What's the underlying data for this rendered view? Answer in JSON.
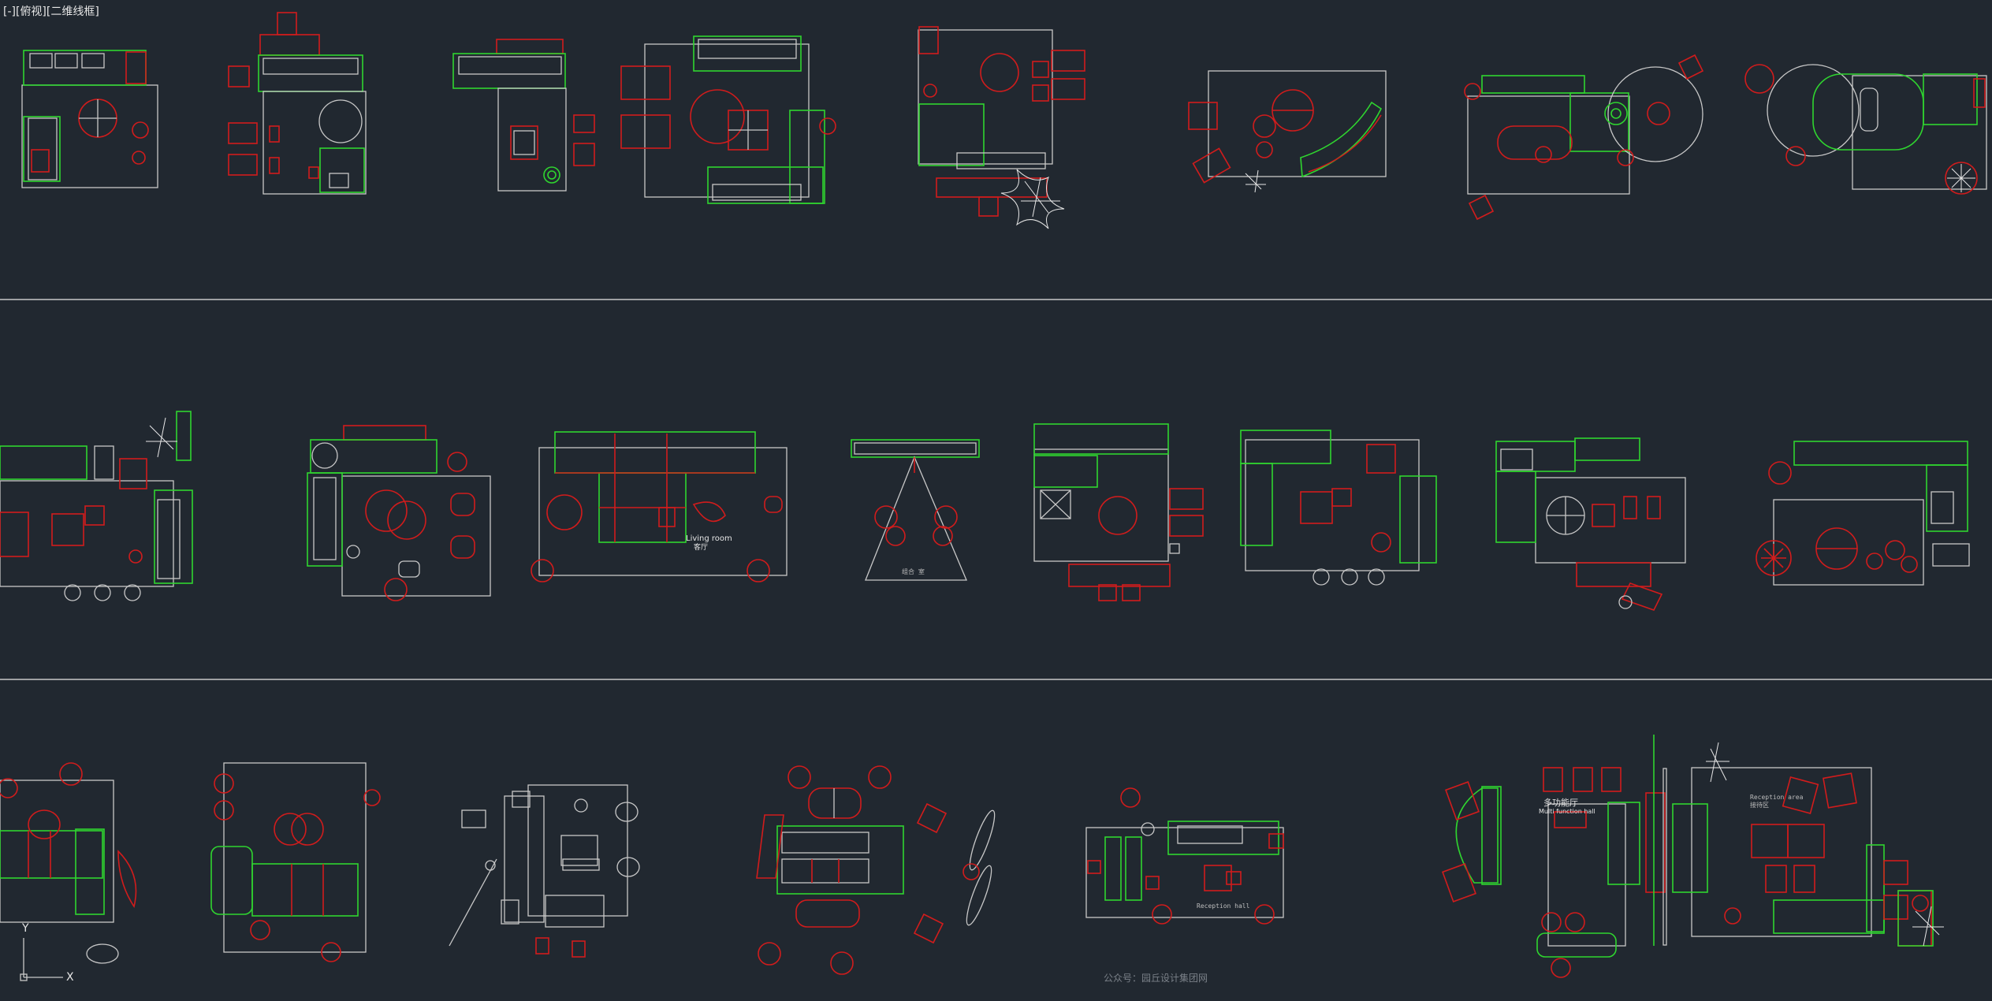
{
  "viewport": {
    "label": "[-][俯视][二维线框]"
  },
  "colors": {
    "background": "#212830",
    "green": "#2fd52f",
    "red": "#d11c1c",
    "white": "#c8c8c8"
  },
  "annotations": {
    "living_room_en": "Living room",
    "living_room_cn": "客厅",
    "seat_label": "组合 室",
    "reception_hall": "Reception hall",
    "multi_function_cn": "多功能厅",
    "multi_function_en": "Multi function hall",
    "reception_area_en": "Reception area",
    "reception_area_cn": "接待区",
    "footer": "公众号：园丘设计集团网"
  },
  "ucs": {
    "y_label": "Y",
    "x_label": "X"
  }
}
